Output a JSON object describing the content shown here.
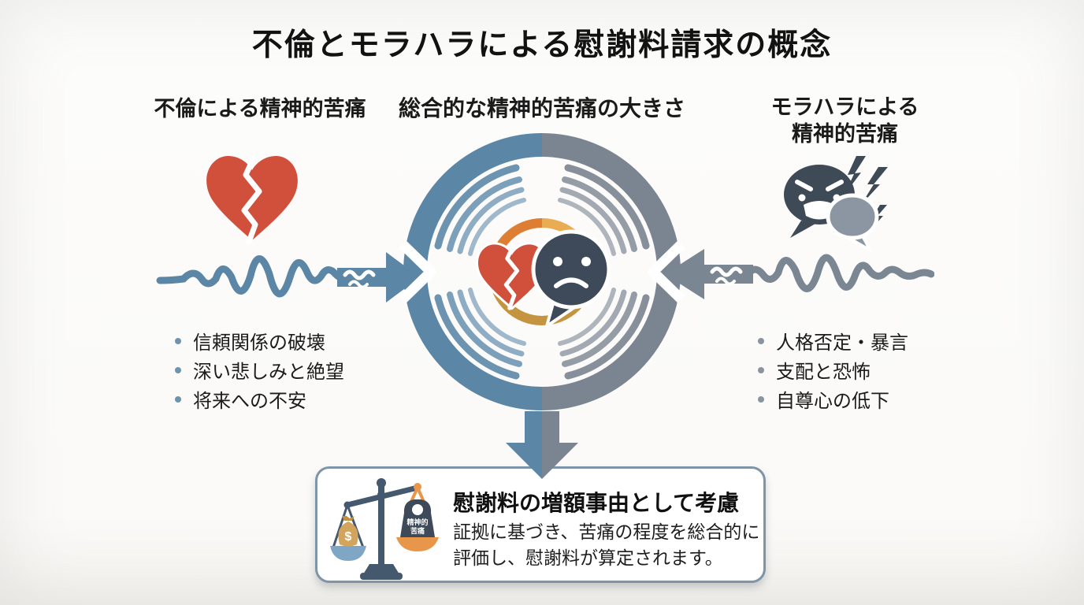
{
  "title": "不倫とモラハラによる慰謝料請求の概念",
  "left_section": {
    "heading": "不倫による精神的苦痛",
    "bullets": [
      "信頼関係の破壊",
      "深い悲しみと絶望",
      "将来への不安"
    ]
  },
  "center_section": {
    "heading": "総合的な精神的苦痛の大きさ"
  },
  "right_section": {
    "heading_lines": [
      "モラハラによる",
      "精神的苦痛"
    ],
    "bullets": [
      "人格否定・暴言",
      "支配と恐怖",
      "自尊心の低下"
    ]
  },
  "result_box": {
    "title": "慰謝料の増額事由として考慮",
    "body_lines": [
      "証拠に基づき、苦痛の程度を総合的に",
      "評価し、慰謝料が算定されます。"
    ],
    "scale": {
      "weight_label_lines": [
        "精神的",
        "苦痛"
      ],
      "money_symbol": "$"
    }
  },
  "icons": {
    "broken-heart-icon": "broken red heart",
    "distress-wave-left-icon": "blue jagged distress waveform",
    "arrow-right-icon": "blue arrow pointing right",
    "pain-rings-icon": "concentric blue/gray rings with heart and sad speech bubble",
    "sad-bubble-icon": "dark speech bubble with sad face",
    "angry-bubble-icon": "dark speech bubble with angry face and lightning bolts",
    "distress-wave-right-icon": "gray jagged distress waveform",
    "arrow-left-icon": "gray arrow pointing left",
    "arrow-down-icon": "two-tone downward arrow",
    "balance-scale-icon": "balance scale weighing money bag against weight of mental pain"
  },
  "colors": {
    "blue": "#5C86A6",
    "gray": "#7A8591",
    "red": "#D1503C",
    "dark_slate": "#3E4A59",
    "orange": "#DD7E33",
    "gold": "#E9AC52",
    "dark_gold": "#C59440",
    "tan": "#D3A55C",
    "box_border": "#7E95A8",
    "bullet_left": "#6E93AE",
    "bullet_right": "#8A93A0"
  }
}
